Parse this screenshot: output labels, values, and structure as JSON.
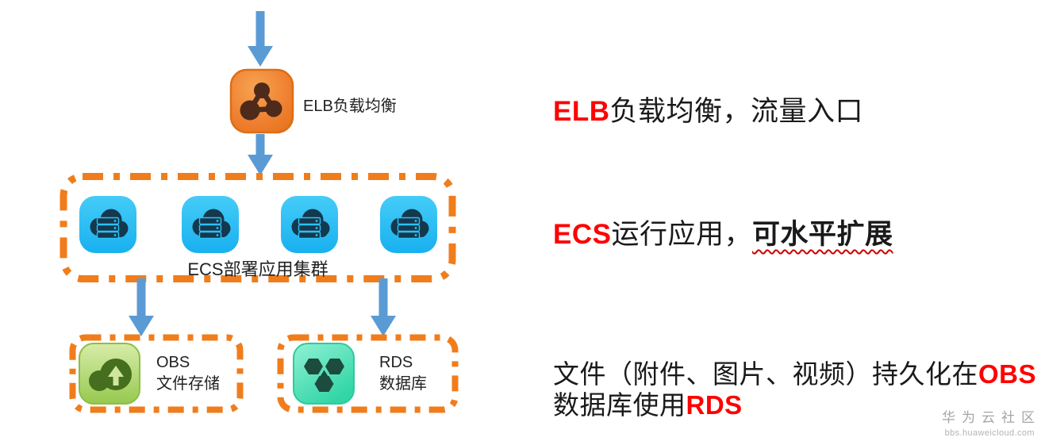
{
  "diagram": {
    "elb_label": "ELB负载均衡",
    "ecs_label": "ECS部署应用集群",
    "obs_title": "OBS",
    "obs_sub": "文件存储",
    "rds_title": "RDS",
    "rds_sub": "数据库"
  },
  "annotations": {
    "elb": {
      "highlight": "ELB",
      "rest": "负载均衡，流量入口"
    },
    "ecs": {
      "highlight": "ECS",
      "mid": "运行应用，",
      "emphasis": "可水平扩展"
    },
    "persistence": {
      "line1_pre": "文件（附件、图片、视频）持久化在",
      "line1_highlight": "OBS",
      "line2_pre": "数据库使用",
      "line2_highlight": "RDS"
    }
  },
  "watermark": {
    "title": "华为云社区",
    "url": "bbs.huaweicloud.com"
  },
  "colors": {
    "accent_red": "#FF0000",
    "arrow_blue": "#5B9BD5",
    "dashed_box_orange": "#F07D1C",
    "elb_icon_orange": "#EF8132",
    "elb_glyph_brown": "#4E2A1A",
    "ecs_icon_blue": "#29BDF2",
    "ecs_glyph_navy": "#14384E",
    "obs_icon_green": "#A3CE5C",
    "obs_glyph_green": "#456E1E",
    "rds_icon_teal": "#49DDB4",
    "rds_glyph_teal": "#1C4C3E",
    "watermark_gray": "#A5A5A5"
  }
}
